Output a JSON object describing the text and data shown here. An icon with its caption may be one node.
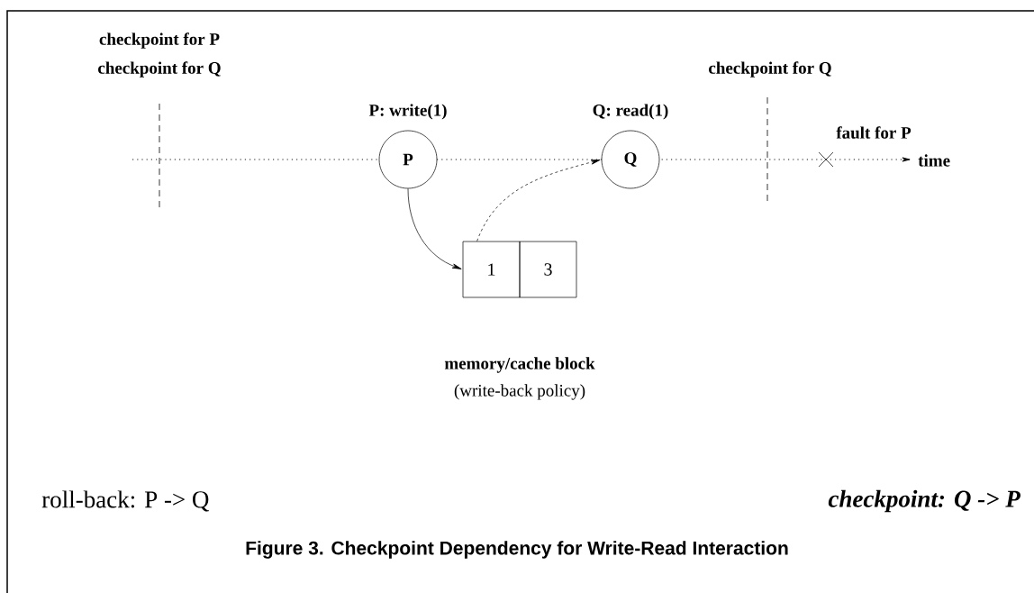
{
  "diagram": {
    "caption": "Figure 3. Checkpoint Dependency for Write-Read Interaction",
    "nodes": [
      {
        "text": [
          "P"
        ],
        "beside": [
          "P: write(1)"
        ]
      },
      {
        "text": [
          "Q"
        ],
        "beside": [
          "Q: read(1)"
        ]
      },
      {
        "text": [
          "1"
        ]
      },
      {
        "text": [
          "3"
        ]
      }
    ],
    "edges": [
      {
        "from": 0,
        "to": 2,
        "arrow": "to"
      },
      {
        "from": 2,
        "to": 1,
        "arrow": "to",
        "style": "dashed"
      }
    ],
    "labels": [
      "checkpoint for P",
      "checkpoint for Q",
      "checkpoint for Q",
      "fault for P",
      "time",
      "memory/cache block",
      "(write-back policy)",
      "roll-back: P -> Q",
      "checkpoint: Q -> P"
    ]
  }
}
